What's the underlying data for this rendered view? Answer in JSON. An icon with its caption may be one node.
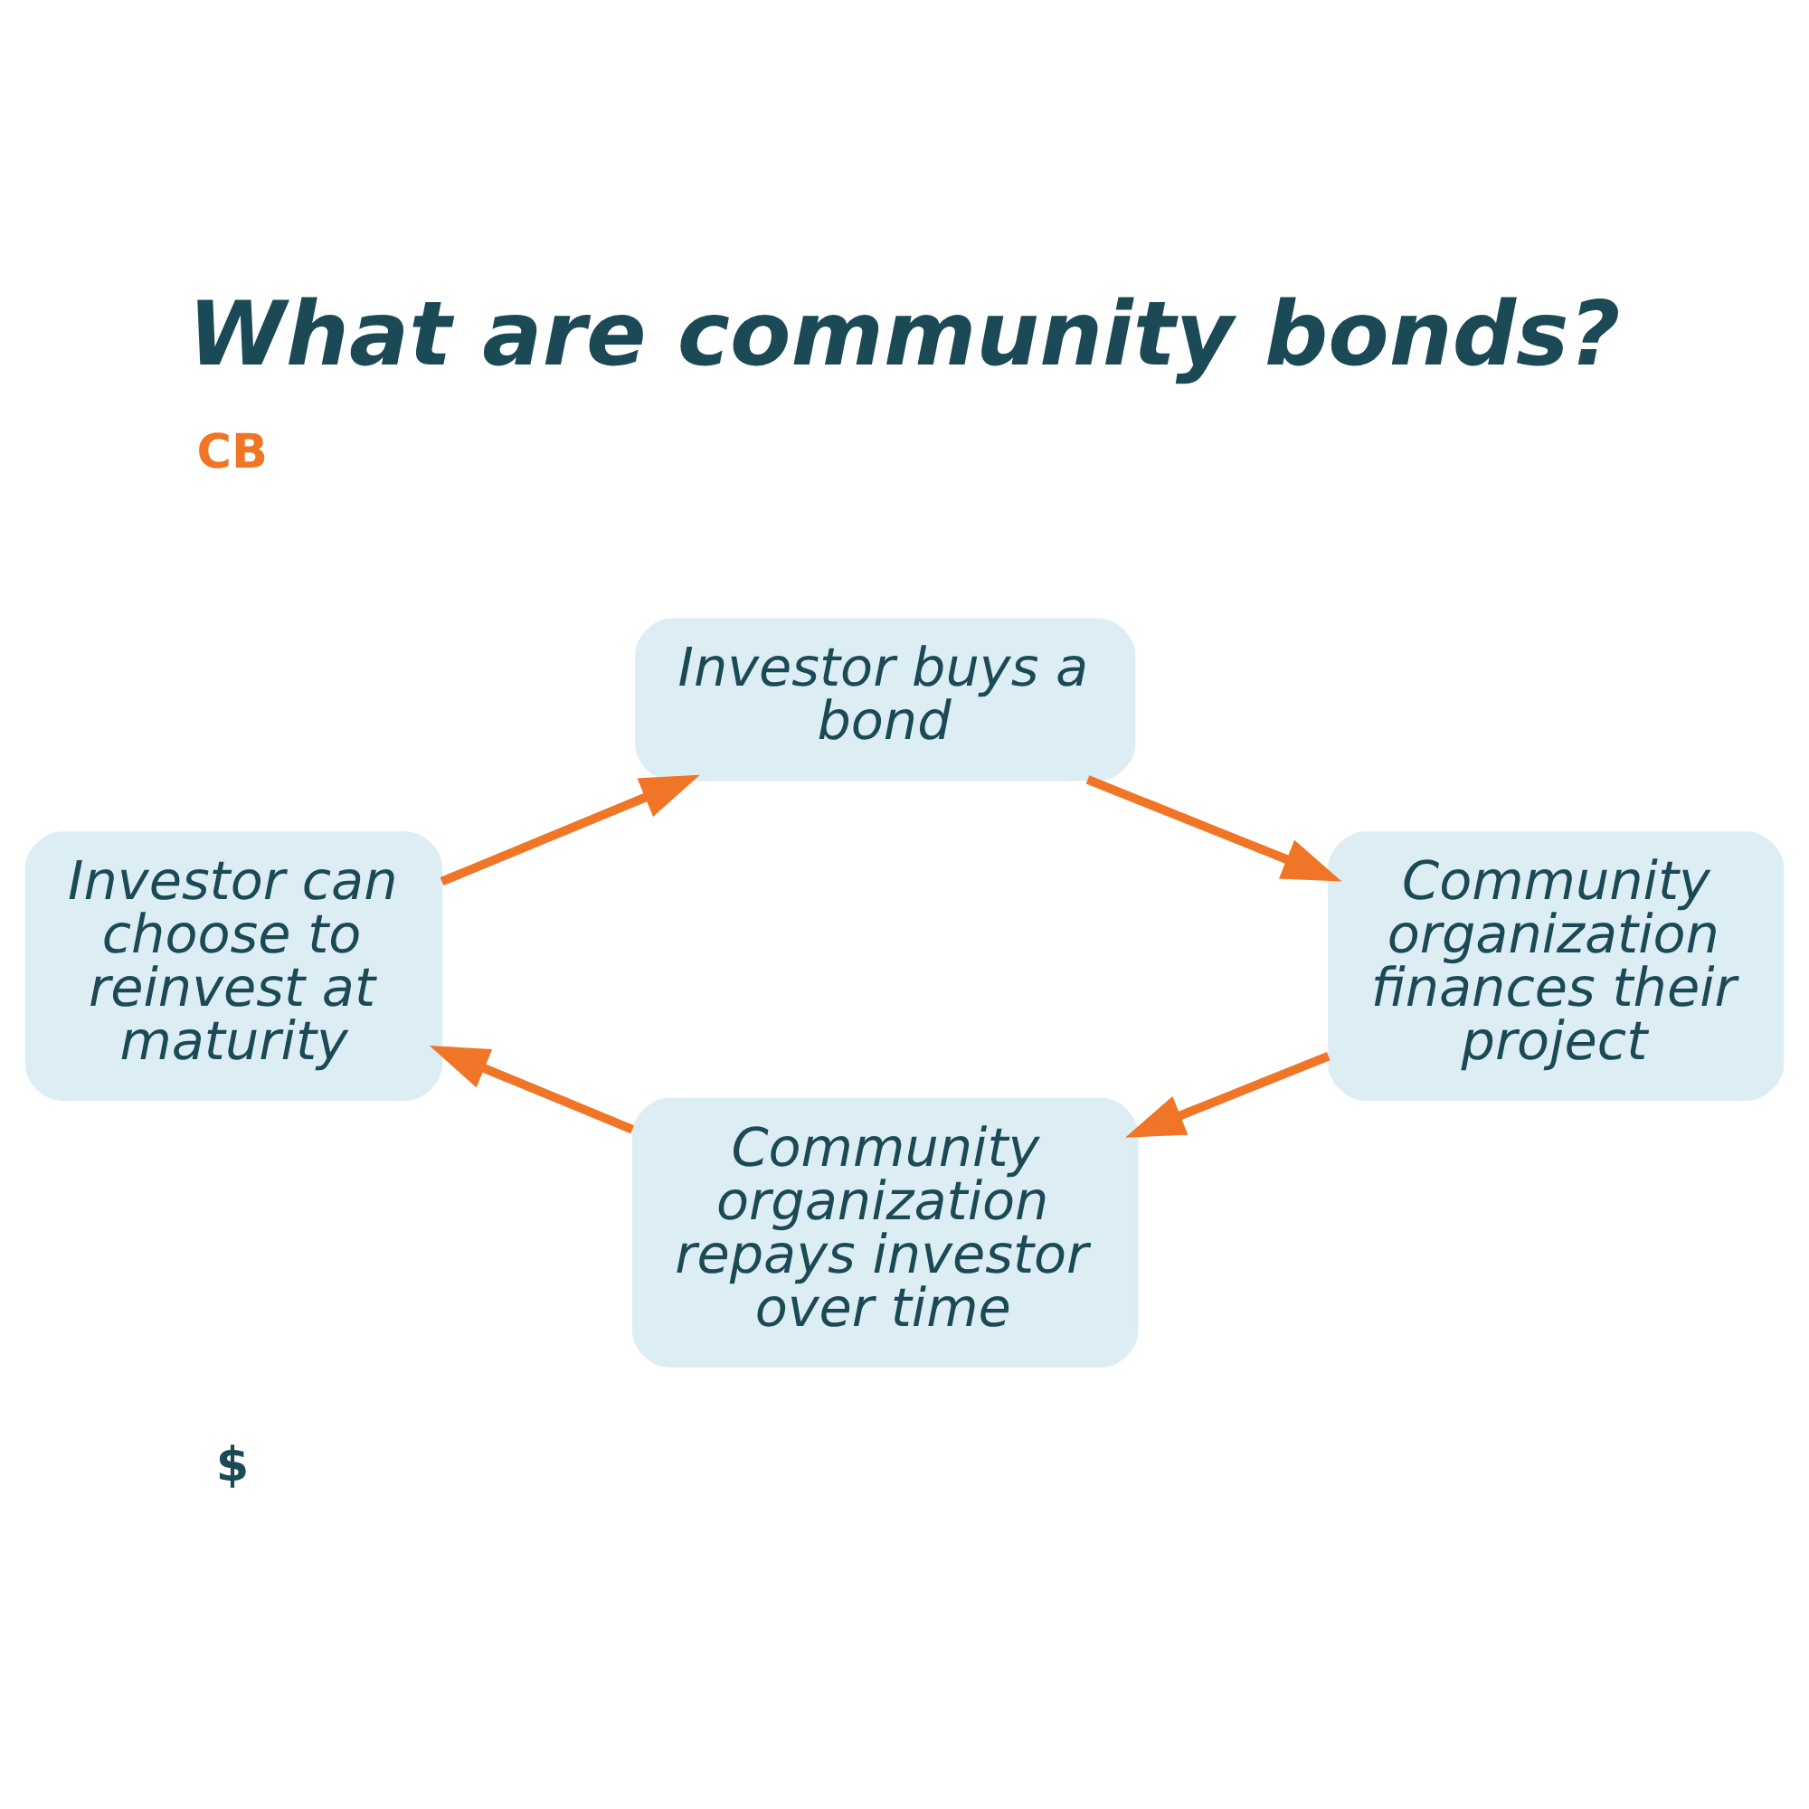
{
  "diagram": {
    "title": "What are community bonds?",
    "nodes": [
      {
        "text": [
          "Investor buys a bond"
        ]
      },
      {
        "text": [
          "Community organization finances their project"
        ]
      },
      {
        "text": [
          "Community organization repays investor over time"
        ]
      },
      {
        "text": [
          "Investor can choose to reinvest at maturity"
        ]
      }
    ],
    "edges": [
      {
        "from": 0,
        "to": 1,
        "arrow": "to"
      },
      {
        "from": 1,
        "to": 2,
        "arrow": "to"
      },
      {
        "from": 2,
        "to": 3,
        "arrow": "to"
      },
      {
        "from": 3,
        "to": 0,
        "arrow": "to"
      }
    ],
    "labels": [
      "CB",
      "$"
    ]
  }
}
